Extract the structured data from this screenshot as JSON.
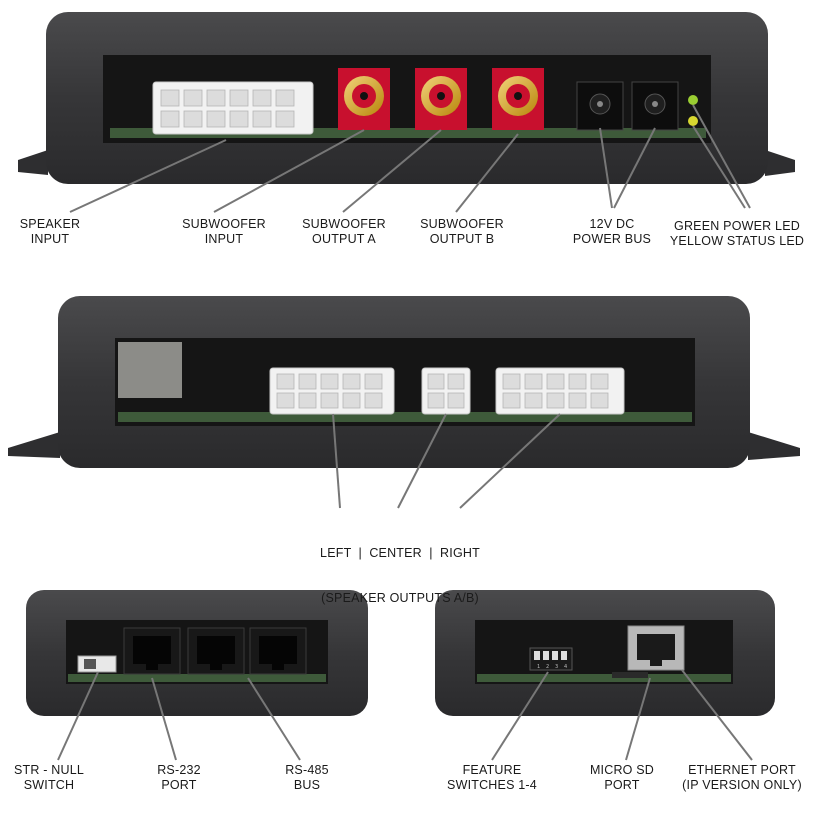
{
  "diagram": {
    "devices": [
      {
        "name": "top-view-device"
      },
      {
        "name": "middle-view-device"
      },
      {
        "name": "bottom-left-device"
      },
      {
        "name": "bottom-right-device"
      }
    ],
    "labels": {
      "speaker_input": [
        "SPEAKER",
        "INPUT"
      ],
      "subwoofer_input": [
        "SUBWOOFER",
        "INPUT"
      ],
      "subwoofer_output_a": [
        "SUBWOOFER",
        "OUTPUT A"
      ],
      "subwoofer_output_b": [
        "SUBWOOFER",
        "OUTPUT B"
      ],
      "power_bus": [
        "12V DC",
        "POWER BUS"
      ],
      "leds": [
        "GREEN POWER LED",
        "YELLOW STATUS LED"
      ],
      "speaker_outputs": [
        "LEFT  |  CENTER  |  RIGHT",
        "(SPEAKER OUTPUTS A/B)"
      ],
      "str_null": [
        "STR - NULL",
        "SWITCH"
      ],
      "rs232": [
        "RS-232",
        "PORT"
      ],
      "rs485": [
        "RS-485",
        "BUS"
      ],
      "feature_switches": [
        "FEATURE",
        "SWITCHES 1-4"
      ],
      "micro_sd": [
        "MICRO SD",
        "PORT"
      ],
      "ethernet": [
        "ETHERNET PORT",
        "(IP VERSION ONLY)"
      ]
    },
    "dip_switch_numbers": [
      "1",
      "2",
      "3",
      "4"
    ],
    "colors": {
      "enclosure": "#3b3b3d",
      "panel": "#1c1c1c",
      "connector_white": "#f2f2f2",
      "rca_red": "#c8102e",
      "rca_gold": "#d4a017",
      "pcb_green": "#3e5a3a",
      "led_green": "#9acd32",
      "led_yellow": "#d8d830",
      "leader_line": "#777777"
    }
  }
}
